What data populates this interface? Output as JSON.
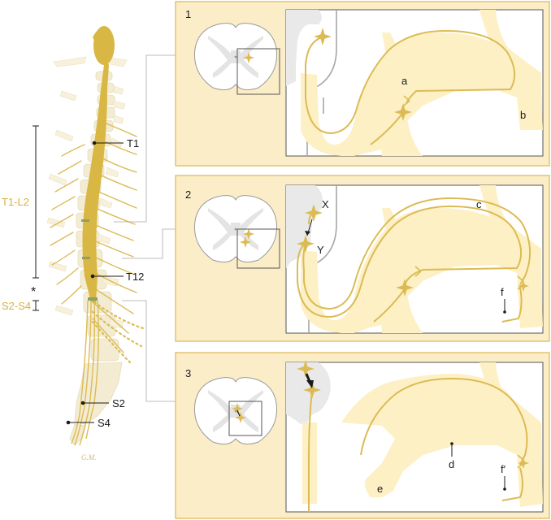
{
  "spine": {
    "labels": {
      "t1": "T1",
      "t12": "T12",
      "s2": "S2",
      "s4": "S4",
      "range_thoracolumbar": "T1-L2",
      "range_sacral": "S2-S4",
      "asterisk": "*"
    },
    "signature": "G.M."
  },
  "panels": [
    {
      "number": "1",
      "labels": {
        "a": "a",
        "b": "b"
      }
    },
    {
      "number": "2",
      "labels": {
        "c": "c",
        "f": "f",
        "x": "X",
        "y": "Y"
      }
    },
    {
      "number": "3",
      "labels": {
        "d": "d",
        "e": "e",
        "f_prime": "f′"
      }
    }
  ],
  "colors": {
    "panel_bg": "#fbedc8",
    "panel_border": "#e2c46f",
    "nerve": "#dcbb55",
    "nerve_light": "#fdf0c4",
    "cord": "#d8b744",
    "grey_matter": "#e4e4e4",
    "bone": "#f3ecd2",
    "ink": "#1a1a1a"
  }
}
